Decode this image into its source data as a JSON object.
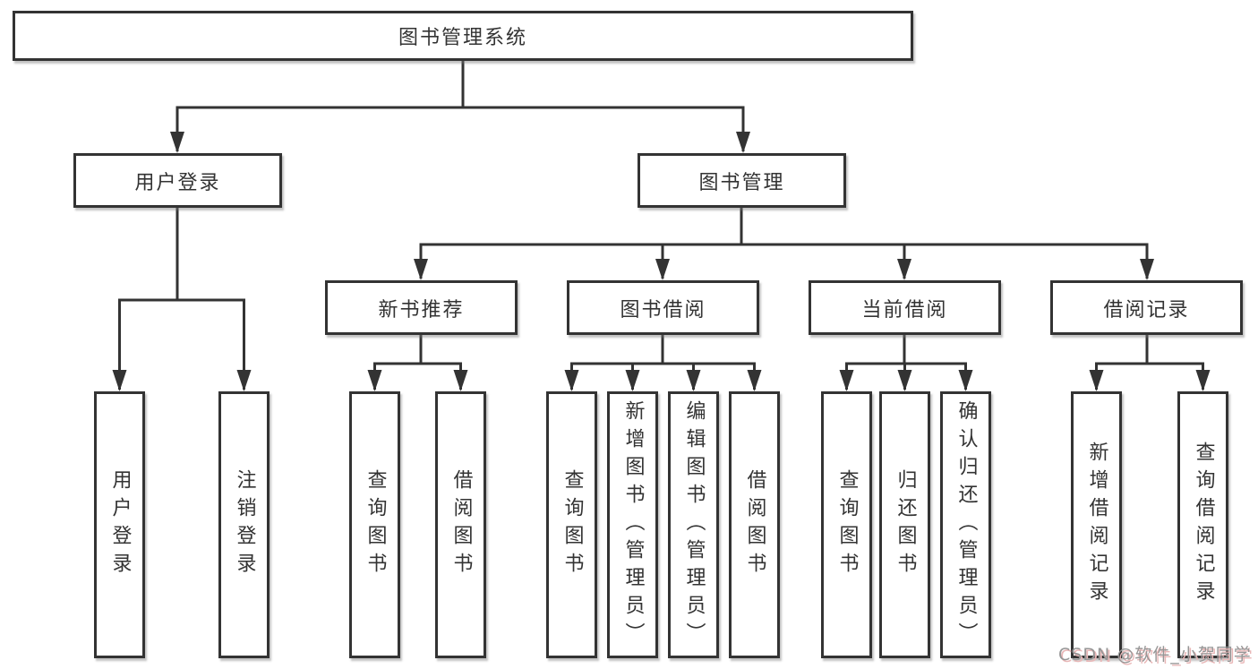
{
  "diagram_title": "图书管理系统",
  "colors": {
    "line": "#333333",
    "box_background": "#ffffff",
    "text": "#333333",
    "watermark_gray": "#969696",
    "watermark_pink": "#e9b7b7"
  },
  "watermark": {
    "text": "CSDN @软件_小贺同学"
  },
  "tree": {
    "label": "图书管理系统",
    "children": [
      {
        "label": "用户登录",
        "children": [
          {
            "label": "用户登录"
          },
          {
            "label": "注销登录"
          }
        ]
      },
      {
        "label": "图书管理",
        "children": [
          {
            "label": "新书推荐",
            "children": [
              {
                "label": "查询图书"
              },
              {
                "label": "借阅图书"
              }
            ]
          },
          {
            "label": "图书借阅",
            "children": [
              {
                "label": "查询图书"
              },
              {
                "label": "新增图书（管理员）"
              },
              {
                "label": "编辑图书（管理员）"
              },
              {
                "label": "借阅图书"
              }
            ]
          },
          {
            "label": "当前借阅",
            "children": [
              {
                "label": "查询图书"
              },
              {
                "label": "归还图书"
              },
              {
                "label": "确认归还（管理员）"
              }
            ]
          },
          {
            "label": "借阅记录",
            "children": [
              {
                "label": "新增借阅记录"
              },
              {
                "label": "查询借阅记录"
              }
            ]
          }
        ]
      }
    ]
  }
}
